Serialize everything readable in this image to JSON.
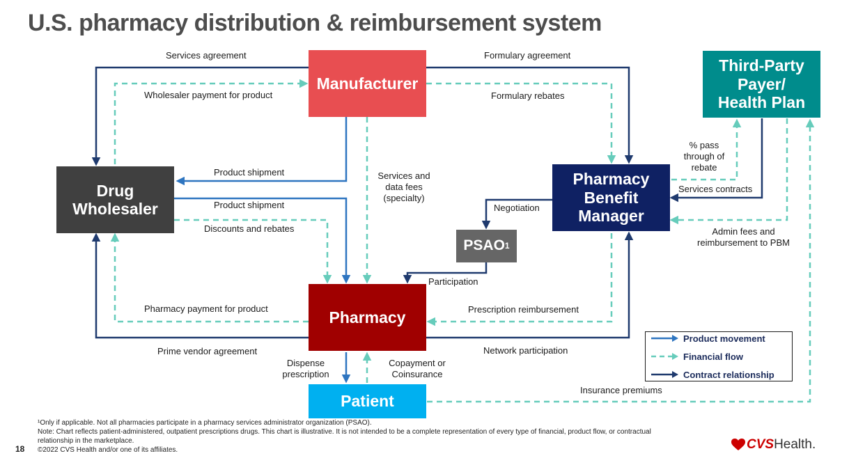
{
  "title": "U.S. pharmacy distribution & reimbursement system",
  "boxes": {
    "manufacturer": "Manufacturer",
    "wholesaler_line1": "Drug",
    "wholesaler_line2": "Wholesaler",
    "pbm_line1": "Pharmacy",
    "pbm_line2": "Benefit",
    "pbm_line3": "Manager",
    "payer_line1": "Third-Party",
    "payer_line2": "Payer/",
    "payer_line3": "Health Plan",
    "psao": "PSAO",
    "psao_sup": "1",
    "pharmacy": "Pharmacy",
    "patient": "Patient"
  },
  "colors": {
    "manufacturer": "#e84e51",
    "wholesaler": "#404040",
    "pbm": "#0f2163",
    "payer": "#008c8c",
    "psao": "#666666",
    "pharmacy": "#a00000",
    "patient": "#00b0f0",
    "product": "#2e75c0",
    "financial": "#66ccbb",
    "contract": "#1f3a6e"
  },
  "labels": {
    "services_agreement": "Services agreement",
    "wholesaler_payment": "Wholesaler payment for product",
    "formulary_agreement": "Formulary agreement",
    "formulary_rebates": "Formulary rebates",
    "product_shipment_1": "Product shipment",
    "product_shipment_2": "Product shipment",
    "discounts_rebates": "Discounts and rebates",
    "services_data_fees_1": "Services and",
    "services_data_fees_2": "data fees",
    "services_data_fees_3": "(specialty)",
    "pass_through_1": "% pass",
    "pass_through_2": "through of",
    "pass_through_3": "rebate",
    "services_contracts": "Services contracts",
    "negotiation": "Negotiation",
    "admin_fees_1": "Admin fees and",
    "admin_fees_2": "reimbursement to PBM",
    "participation": "Participation",
    "pharmacy_payment": "Pharmacy payment for product",
    "prescription_reimbursement": "Prescription reimbursement",
    "prime_vendor": "Prime vendor agreement",
    "network_participation": "Network participation",
    "dispense_1": "Dispense",
    "dispense_2": "prescription",
    "copay_1": "Copayment or",
    "copay_2": "Coinsurance",
    "insurance_premiums": "Insurance premiums"
  },
  "legend": {
    "product": "Product movement",
    "financial": "Financial flow",
    "contract": "Contract relationship"
  },
  "footnotes": {
    "line1": "¹Only if applicable.  Not all pharmacies participate in a pharmacy services administrator organization (PSAO).",
    "line2": "Note: Chart reflects patient-administered, outpatient prescriptions drugs. This chart is illustrative.  It is not intended to be a complete representation of every type of financial, product flow, or contractual",
    "line3": "relationship in the marketplace.",
    "line4": "©2022 CVS Health and/or one of its affiliates."
  },
  "page_number": "18",
  "logo": {
    "cvs": "CVS",
    "health": "Health."
  }
}
